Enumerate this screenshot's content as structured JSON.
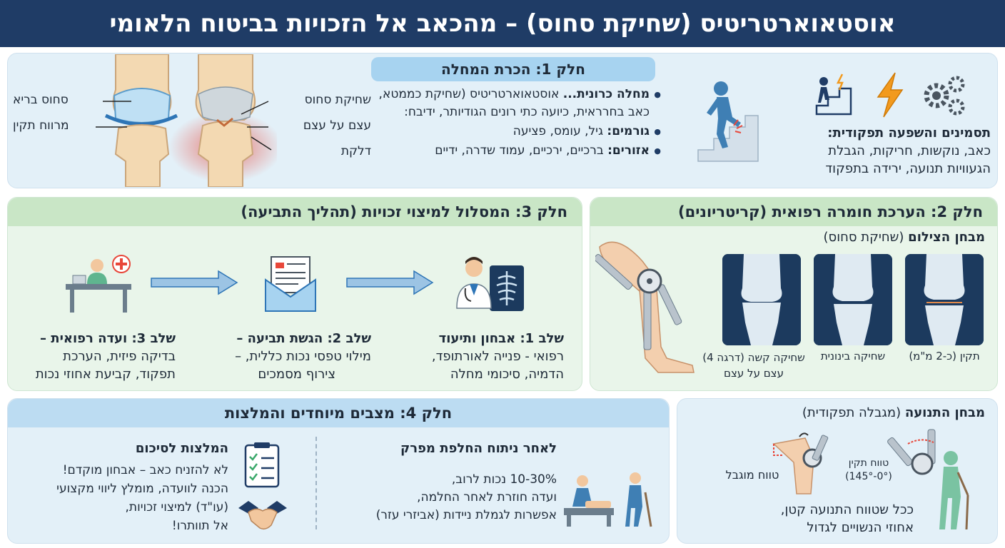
{
  "title": "אוסטאוארטריטיס (שחיקת סחוס) – מהכאב אל הזכויות בביטוח הלאומי",
  "part1": {
    "header": "חלק 1: הכרת המחלה",
    "knee_labels": {
      "healthy_cartilage": "סחוס בריא",
      "normal_space": "מרווח תקין",
      "cartilage_wear": "שחיקת סחוס",
      "bone_on_bone": "עצם על עצם",
      "inflammation": "דלקת"
    },
    "chronic_bold": "מחלה כרונית...",
    "chronic_text": " אוסטאוארטריטיס (שחיקת כממטא, כאב בחרראית, כיועה כתי רונים הגודיותר, ידיבח:",
    "causes_bold": "גורמים:",
    "causes_text": " גיל, עומס, פציעה",
    "areas_bold": "אזורים:",
    "areas_text": " ברכיים, ירכיים, עמוד שדרה, ידיים",
    "symptoms_title": "תסמינים והשפעה תפקודית:",
    "symptoms_line1": "כאב, נוקשות, חריקות, הגבלת",
    "symptoms_line2": "הגעוויות תנועה, ירידה בתפקוד",
    "icons": [
      "stairs-climber-icon",
      "lightning-icon",
      "gears-icon"
    ]
  },
  "part2": {
    "header": "חלק 2: הערכת חומרה רפואית (קריטריונים)",
    "imaging_bold": "מבחן הצילום",
    "imaging_rest": " (שחיקת סחוס)",
    "xray_normal": "תקין (כ-2 מ\"מ)",
    "xray_moderate": "שחיקה בינונית",
    "xray_severe_1": "שחיקה קשה (דרגה 4)",
    "xray_severe_2": "עצם על עצם"
  },
  "part3": {
    "header": "חלק 3: המסלול למיצוי זכויות (תהליך התביעה)",
    "step1_title": "שלב 1: אבחון ותיעוד",
    "step1_line1": "רפואי - פנייה לאורתופד,",
    "step1_line2": "הדמיה, סיכומי מחלה",
    "step2_title": "שלב 2: הגשת תביעה –",
    "step2_line1": "מילוי טפסי נכות כללית, –",
    "step2_line2": "צירוף מסמכים",
    "step3_title": "שלב 3: ועדה רפואית –",
    "step3_line1": "בדיקה פיזית, הערכת",
    "step3_line2": "תפקוד, קביעת אחוזי נכות"
  },
  "part4": {
    "header": "חלק 4: מצבים מיוחדים והמלצות",
    "surgery_title": "לאחר ניתוח החלפת מפרק",
    "surgery_line1": "10-30% נכות לרוב,",
    "surgery_line2": "ועדה חוזרת לאחר החלמה,",
    "surgery_line3": "אפשרות לגמלת ניידות (אביזרי עזר)",
    "rec_title": "המלצות לסיכום",
    "rec_line1": "לא להזניח כאב – אבחון מוקדם!",
    "rec_line2": "הכנה לוועדה, מומלץ ליווי מקצועי",
    "rec_line3": "(עו\"ד) למיצוי זכויות,",
    "rec_line4": "אל תוותרו!"
  },
  "motion": {
    "title_bold": "מבחן התנועה",
    "title_rest": " (מגבלה תפקודית)",
    "normal_range_1": "טווח תקין",
    "normal_range_2": "(0°-145°)",
    "limited_range": "טווח מוגבל",
    "conclusion_1": "ככל שטווח התנועה קטן,",
    "conclusion_2": "אחוזי הנשויים לגדול"
  },
  "colors": {
    "title_bg": "#1f3c66",
    "blue_panel": "#e3f0f8",
    "green_panel": "#e9f5ea",
    "arrow": "#9cc4e4",
    "inflammation": "#e8473a",
    "lightning": "#f29a1e"
  }
}
